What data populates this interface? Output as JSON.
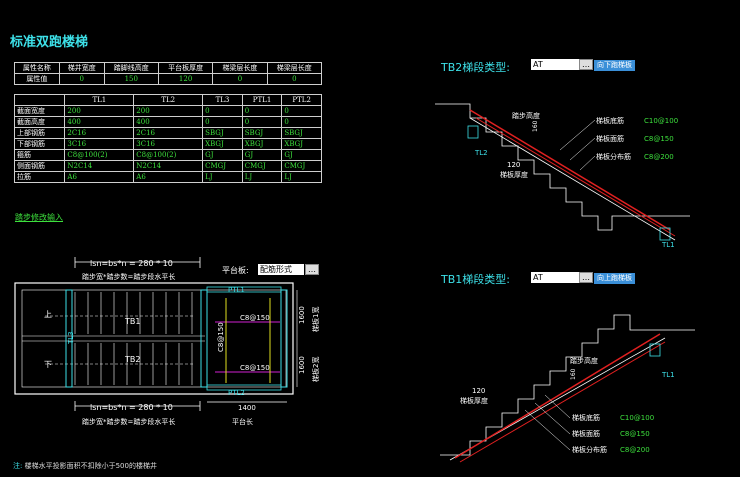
{
  "title": "标准双跑楼梯",
  "attr_table": {
    "header": [
      "属性名称",
      "梯井宽度",
      "踏脚线高度",
      "平台板厚度",
      "梯梁层长度",
      "梯梁层长度"
    ],
    "row_label": "属性值",
    "values": [
      "0",
      "150",
      "120",
      "0",
      "0"
    ]
  },
  "main_table": {
    "header": [
      "TL1",
      "TL2",
      "TL3",
      "PTL1",
      "PTL2"
    ],
    "rows": [
      {
        "label": "截面宽度",
        "values": [
          "200",
          "200",
          "0",
          "0",
          "0"
        ]
      },
      {
        "label": "截面高度",
        "values": [
          "400",
          "400",
          "0",
          "0",
          "0"
        ]
      },
      {
        "label": "上部钢筋",
        "values": [
          "2C16",
          "2C16",
          "SBGJ",
          "SBGJ",
          "SBGJ"
        ]
      },
      {
        "label": "下部钢筋",
        "values": [
          "3C16",
          "3C16",
          "XBGJ",
          "XBGJ",
          "XBGJ"
        ]
      },
      {
        "label": "箍筋",
        "values": [
          "C8@100(2)",
          "C8@100(2)",
          "GJ",
          "GJ",
          "GJ"
        ]
      },
      {
        "label": "侧面钢筋",
        "values": "N2C14|N2C14|CMGJ|CMGJ|CMGJ"
      },
      {
        "label": "拉筋",
        "values": [
          "A6",
          "A6",
          "LJ",
          "LJ",
          "LJ"
        ]
      }
    ]
  },
  "link_text": "踏步修改输入",
  "plan": {
    "formula_top": "lsn=bs*n = 280 * 10",
    "formula_top_sub": "踏步宽*踏步数=踏步段水平长",
    "formula_bottom": "lsn=bs*n = 280 * 10",
    "formula_bottom_sub": "踏步宽*踏步数=踏步段水平长",
    "platform_label": "平台板:",
    "platform_value": "配筋形式",
    "up_label": "上",
    "down_label": "下",
    "tb1": "TB1",
    "tb2": "TB2",
    "ptl1": "PTL1",
    "ptl2": "PTL2",
    "tl3": "TL3",
    "rebar1": "C8@150",
    "rebar2": "C8@150",
    "rebar_v": "C8@150",
    "len_1400": "1400",
    "platform_len": "平台长",
    "dim_1600a": "1600",
    "dim_1600b": "1600",
    "width1": "梯板1宽",
    "width2": "梯板2宽"
  },
  "tb2": {
    "label": "TB2梯段类型:",
    "value": "AT",
    "button": "向下跑梯板",
    "step_height": "踏步高度",
    "bottom_rebar": "梯板底筋",
    "bottom_rebar_val": "C10@100",
    "top_rebar": "梯板面筋",
    "top_rebar_val": "C8@150",
    "dist_rebar": "梯板分布筋",
    "dist_rebar_val": "C8@200",
    "thickness_val": "120",
    "thickness": "梯板厚度",
    "tl2": "TL2",
    "tl1": "TL1",
    "dim": "160"
  },
  "tb1": {
    "label": "TB1梯段类型:",
    "value": "AT",
    "button": "向上跑梯板",
    "step_height": "踏步高度",
    "thickness_val": "120",
    "thickness": "梯板厚度",
    "bottom_rebar": "梯板底筋",
    "bottom_rebar_val": "C10@100",
    "top_rebar": "梯板面筋",
    "top_rebar_val": "C8@150",
    "dist_rebar": "梯板分布筋",
    "dist_rebar_val": "C8@200",
    "tl1": "TL1",
    "dim": "160"
  },
  "note": {
    "prefix": "注:",
    "text": "楼梯水平投影面积不扣除小于",
    "num": "500",
    "text2": "的楼梯井"
  },
  "colors": {
    "accent": "#3de0e8",
    "green": "#3de03d",
    "red": "#e02020",
    "magenta": "#d020d0",
    "yellow": "#e0e020"
  }
}
